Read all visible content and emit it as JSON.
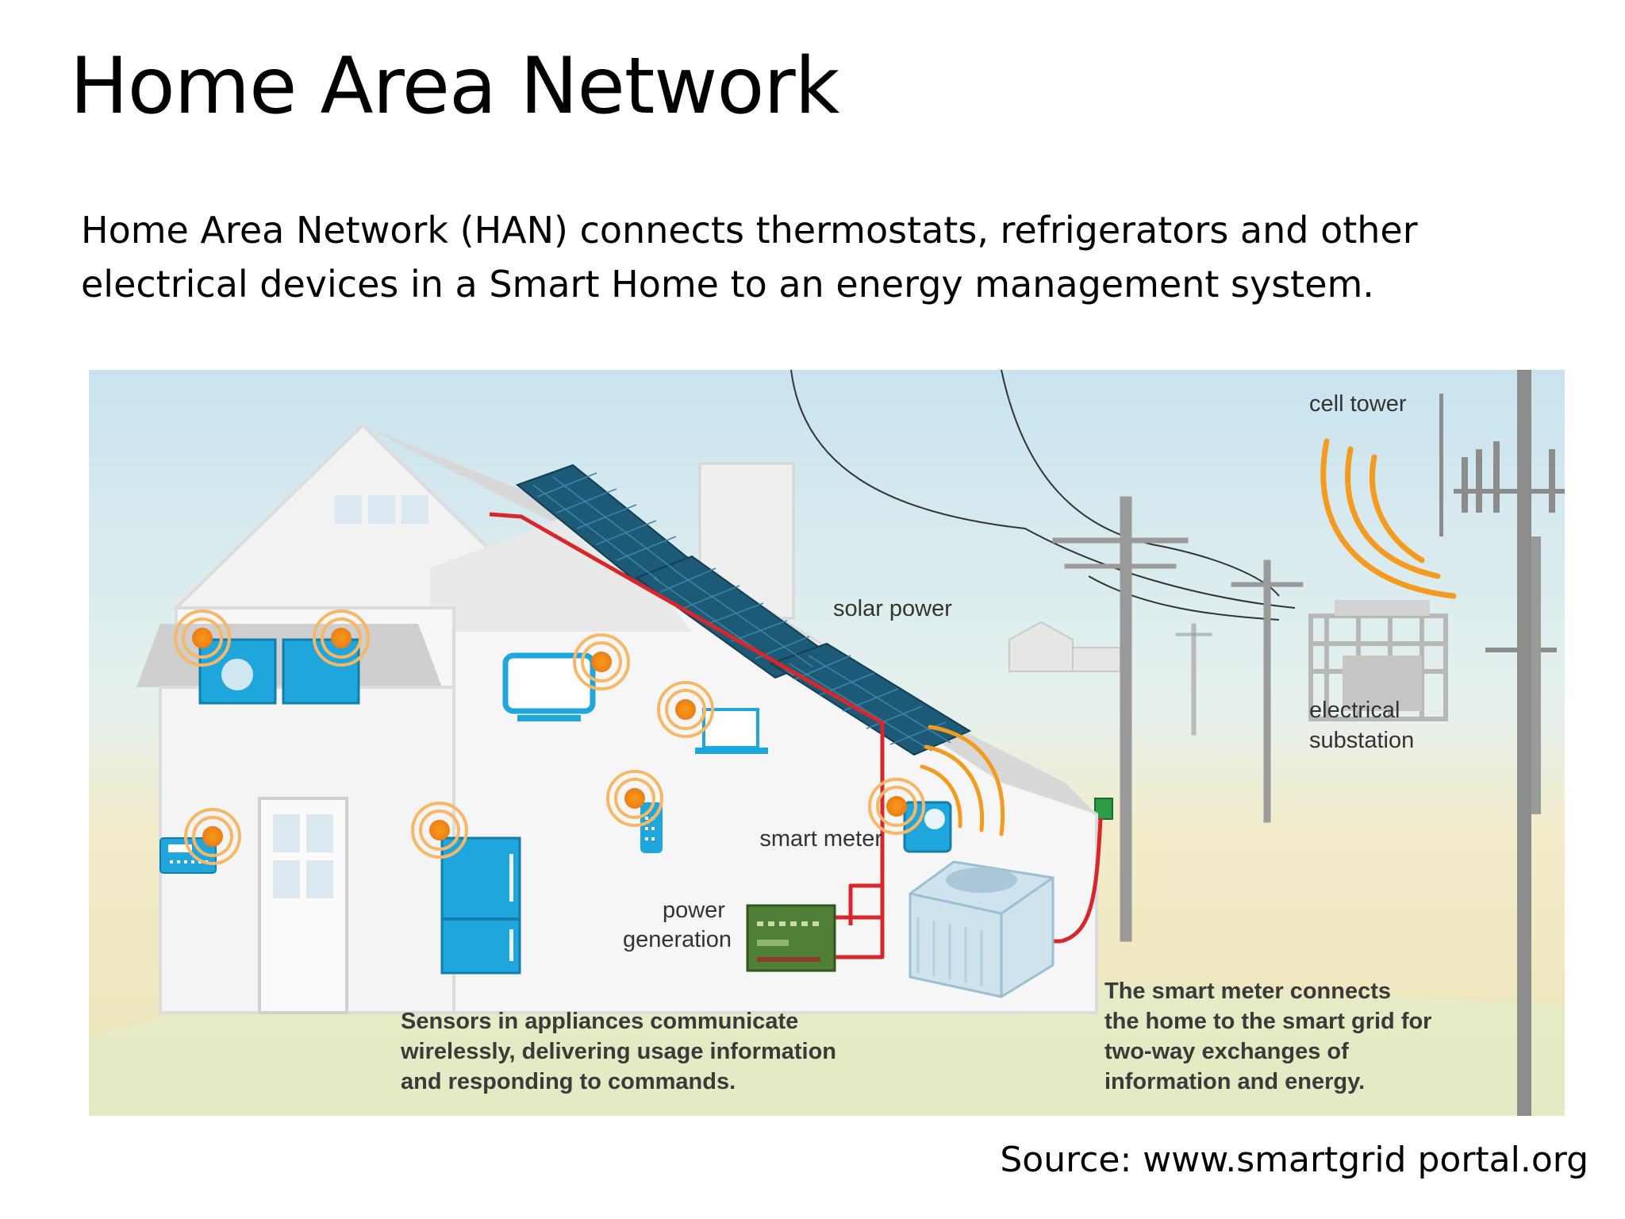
{
  "slide": {
    "title": "Home Area Network",
    "body_lines": [
      "Home Area Network (HAN) connects thermostats, refrigerators and other",
      "electrical devices in a Smart Home to an energy management system."
    ],
    "source": "Source: www.smartgrid portal.org"
  },
  "diagram": {
    "labels": {
      "cell_tower": "cell tower",
      "solar_power": "solar power",
      "electrical_substation": [
        "electrical",
        "substation"
      ],
      "smart_meter": "smart meter",
      "power_generation": [
        "power",
        "generation"
      ]
    },
    "captions": {
      "sensors": [
        "Sensors in appliances communicate",
        "wirelessly, delivering usage information",
        "and responding to commands."
      ],
      "smart_meter": [
        "The smart meter connects",
        "the home to the smart grid for",
        "two-way exchanges of",
        "information and energy."
      ]
    }
  },
  "colors": {
    "sky_top": "#cfe6ef",
    "ground": "#efe8c2",
    "wire": "#d9262b",
    "signal": "#f39a1f",
    "appliance_blue": "#1fa6dc",
    "solar_panel": "#1d5a78"
  }
}
